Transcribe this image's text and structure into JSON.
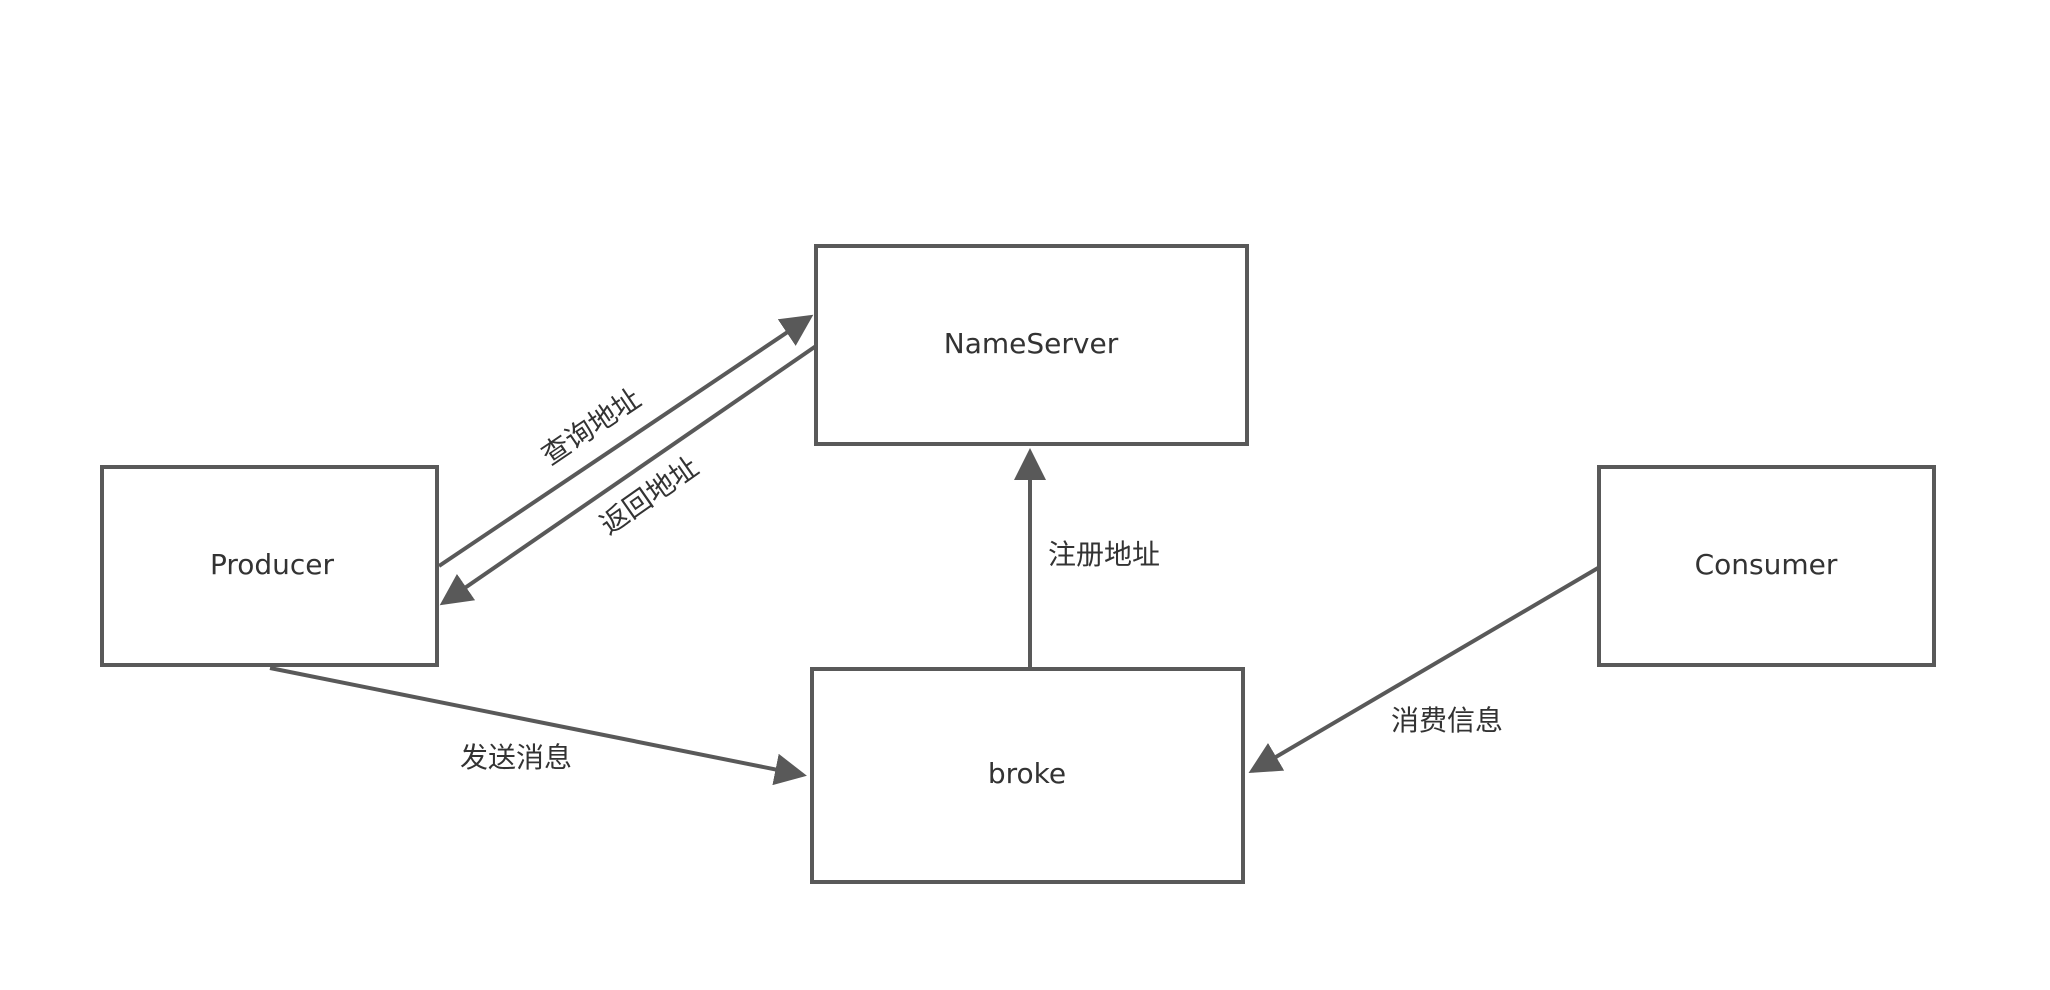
{
  "nodes": {
    "nameserver": {
      "label": "NameServer"
    },
    "producer": {
      "label": "Producer"
    },
    "broker": {
      "label": "broke"
    },
    "consumer": {
      "label": "Consumer"
    }
  },
  "edges": {
    "query_address": {
      "label": "查询地址",
      "from": "Producer",
      "to": "NameServer"
    },
    "return_address": {
      "label": "返回地址",
      "from": "NameServer",
      "to": "Producer"
    },
    "register_address": {
      "label": "注册地址",
      "from": "broke",
      "to": "NameServer"
    },
    "send_message": {
      "label": "发送消息",
      "from": "Producer",
      "to": "broke"
    },
    "consume_info": {
      "label": "消费信息",
      "from": "Consumer",
      "to": "broke"
    }
  },
  "colors": {
    "stroke": "#595959",
    "text": "#333333",
    "background": "#ffffff"
  }
}
